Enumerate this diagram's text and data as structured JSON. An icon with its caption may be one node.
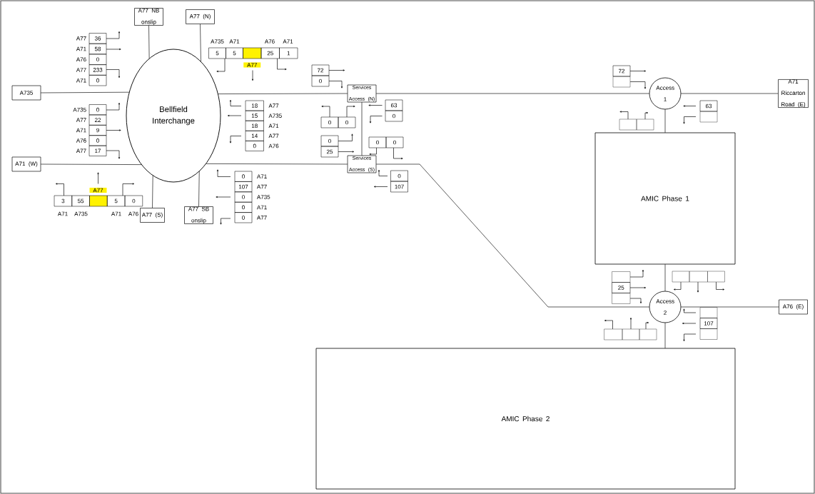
{
  "diagram": {
    "nodes": [
      {
        "text": [
          "A77 NB onslip"
        ]
      },
      {
        "text": [
          "A77 (N)"
        ]
      },
      {
        "text": [
          "A735"
        ]
      },
      {
        "text": [
          "Bellfield Interchange"
        ]
      },
      {
        "text": [
          "A71 (W)"
        ]
      },
      {
        "text": [
          "A77 (S)"
        ]
      },
      {
        "text": [
          "A77 SB onslip"
        ]
      },
      {
        "text": [
          "Services Access (N)"
        ]
      },
      {
        "text": [
          "Services Access (S)"
        ]
      },
      {
        "text": [
          "Access 1"
        ]
      },
      {
        "text": [
          "A71 Riccarton Road (E)"
        ]
      },
      {
        "text": [
          "AMIC Phase 1"
        ]
      },
      {
        "text": [
          "Access 2"
        ]
      },
      {
        "text": [
          "A76 (E)"
        ]
      },
      {
        "text": [
          "AMIC Phase 2"
        ]
      }
    ],
    "edges": [
      {
        "from": 0,
        "to": 3,
        "arrow": "none"
      },
      {
        "from": 1,
        "to": 3,
        "arrow": "none"
      },
      {
        "from": 2,
        "to": 3,
        "arrow": "none"
      },
      {
        "from": 4,
        "to": 3,
        "arrow": "none"
      },
      {
        "from": 3,
        "to": 5,
        "arrow": "none"
      },
      {
        "from": 3,
        "to": 6,
        "arrow": "none"
      },
      {
        "from": 3,
        "to": 7,
        "arrow": "none"
      },
      {
        "from": 7,
        "to": 9,
        "arrow": "none"
      },
      {
        "from": 9,
        "to": 10,
        "arrow": "none"
      },
      {
        "from": 3,
        "to": 8,
        "arrow": "none"
      },
      {
        "from": 7,
        "to": 8,
        "arrow": "none"
      },
      {
        "from": 8,
        "to": 12,
        "arrow": "none"
      },
      {
        "from": 9,
        "to": 11,
        "arrow": "none"
      },
      {
        "from": 11,
        "to": 12,
        "arrow": "none"
      },
      {
        "from": 12,
        "to": 13,
        "arrow": "none"
      },
      {
        "from": 12,
        "to": 14,
        "arrow": "none"
      }
    ],
    "labels": [
      "A77",
      "36",
      "A71",
      "58",
      "A76",
      "0",
      "A77",
      "233",
      "A71",
      "0",
      "A735",
      "A71",
      "A76",
      "A71",
      "5",
      "5",
      "25",
      "1",
      "A77",
      "18",
      "A77",
      "15",
      "A735",
      "18",
      "A71",
      "14",
      "A77",
      "0",
      "A76",
      "A735",
      "0",
      "A77",
      "22",
      "A71",
      "9",
      "A76",
      "0",
      "A77",
      "17",
      "A77",
      "3",
      "55",
      "5",
      "0",
      "A71",
      "A735",
      "A71",
      "A76",
      "0",
      "A71",
      "107",
      "A77",
      "0",
      "A735",
      "0",
      "A71",
      "0",
      "A77",
      "72",
      "0",
      "0",
      "0",
      "63",
      "0",
      "0",
      "25",
      "0",
      "0",
      "0",
      "107",
      "72",
      "63",
      "25",
      "107"
    ]
  }
}
